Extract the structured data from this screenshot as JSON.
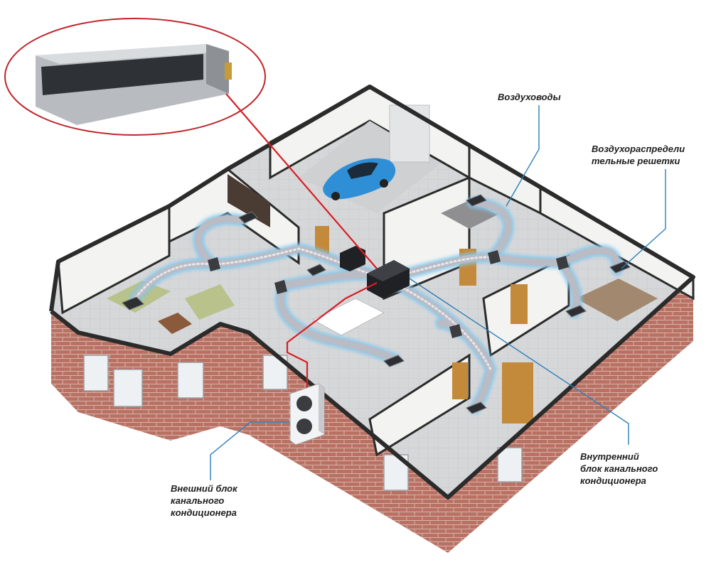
{
  "labels": {
    "air_ducts": "Воздуховоды",
    "air_grilles": "Воздухораспредели\nтельные решетки",
    "indoor_unit": "Внутренний\nблок канального\nкондиционера",
    "outdoor_unit": "Внешний блок\nканального\nкондиционера"
  },
  "colors": {
    "brick": "#b06a5e",
    "floor": "#dcdcdc",
    "wall_top": "#2b2b2b",
    "duct": "#b9bcc4",
    "duct_glow": "#7fc7ee",
    "callout_line": "#2a7fb8",
    "refrigerant_line": "#d81e25",
    "highlight_ellipse": "#c0262c",
    "car": "#2f8fd6"
  }
}
